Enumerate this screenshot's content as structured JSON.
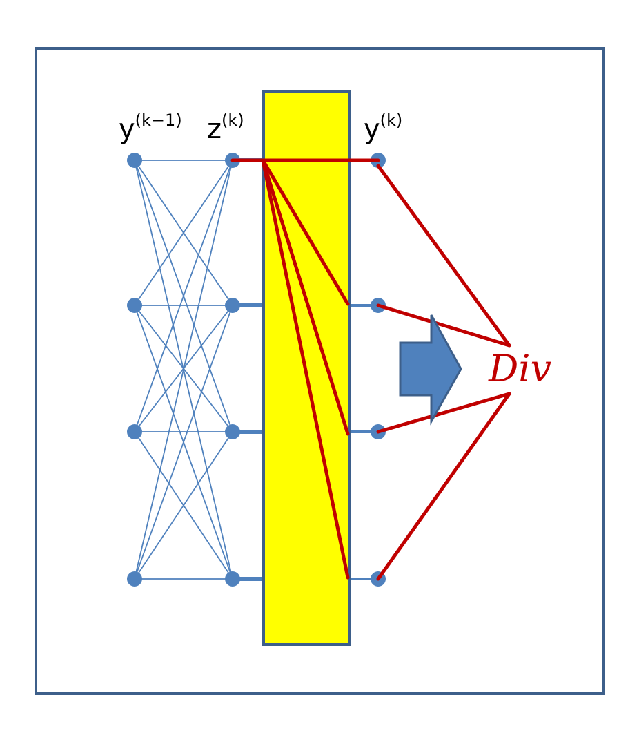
{
  "labels": {
    "input_layer": {
      "base": "y",
      "sup": "(k−1)"
    },
    "pre_activation": {
      "base": "z",
      "sup": "(k)"
    },
    "output_layer": {
      "base": "y",
      "sup": "(k)"
    },
    "divergence": "Div"
  },
  "layers": {
    "input_nodes": 4,
    "z_nodes": 4,
    "output_nodes": 4
  },
  "colors": {
    "frame": "#3d5f8a",
    "node": "#4f81bd",
    "weight_line": "#4f81bd",
    "activation_box_fill": "#ffff00",
    "activation_box_stroke": "#3d5f8a",
    "derivative_line": "#c00000",
    "divergence_text": "#c00000",
    "arrow_fill": "#4f81bd",
    "arrow_stroke": "#3d5f8a"
  },
  "icons": {
    "flow_arrow": "right-block-arrow-icon"
  }
}
